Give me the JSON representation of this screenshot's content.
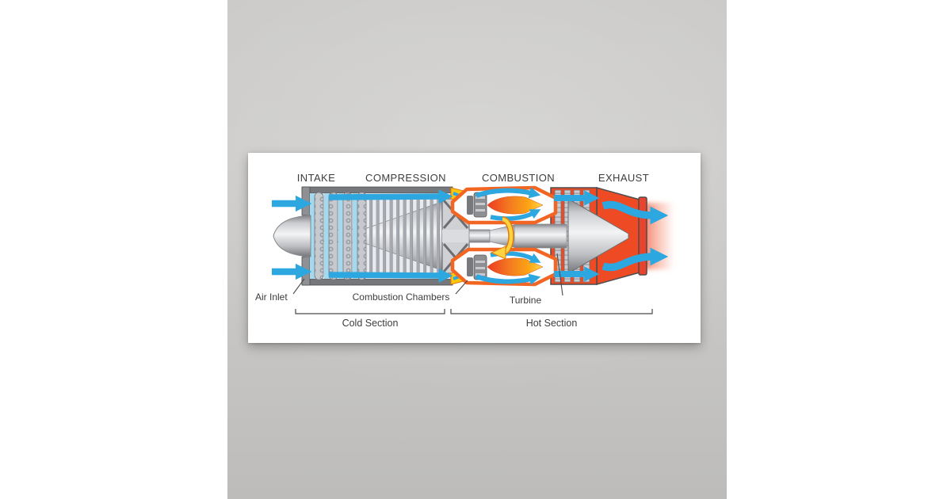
{
  "poster": {
    "sections": [
      {
        "label": "INTAKE"
      },
      {
        "label": "COMPRESSION"
      },
      {
        "label": "COMBUSTION"
      },
      {
        "label": "EXHAUST"
      }
    ],
    "callouts": [
      {
        "label": "Air Inlet"
      },
      {
        "label": "Combustion Chambers"
      },
      {
        "label": "Turbine"
      }
    ],
    "ranges": [
      {
        "label": "Cold Section"
      },
      {
        "label": "Hot Section"
      }
    ],
    "colors": {
      "cold_airflow_blue": "#2da7df",
      "hot_casing_red": "#ee4b25",
      "combustor_orange": "#f26522",
      "flame_yellow": "#ffd84f",
      "rotation_arrow_yellow": "#fdc70c",
      "metal_gray": "#c6c8cb",
      "outline_dark": "#4d4d4f",
      "label_text": "#3d3d3d",
      "wall_gray": "#c9c8c6",
      "poster_background": "#ffffff"
    }
  }
}
